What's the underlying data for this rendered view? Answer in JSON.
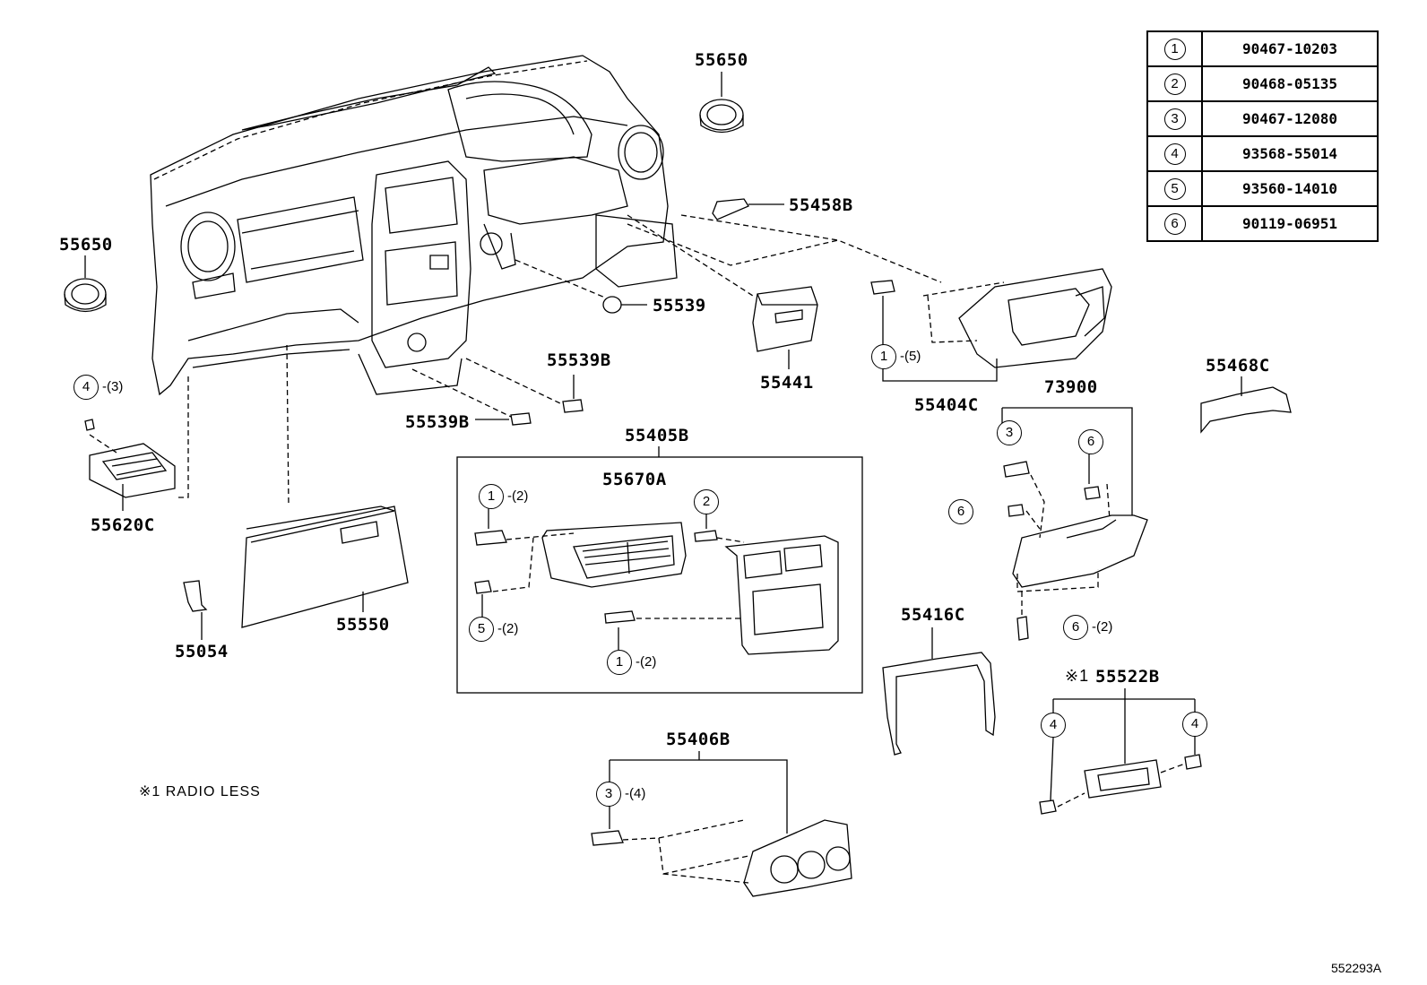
{
  "fastener_table": [
    {
      "ref": "1",
      "part": "90467-10203"
    },
    {
      "ref": "2",
      "part": "90468-05135"
    },
    {
      "ref": "3",
      "part": "90467-12080"
    },
    {
      "ref": "4",
      "part": "93568-55014"
    },
    {
      "ref": "5",
      "part": "93560-14010"
    },
    {
      "ref": "6",
      "part": "90119-06951"
    }
  ],
  "parts": {
    "p55650_top": "55650",
    "p55650_left": "55650",
    "p55458B": "55458B",
    "p55539": "55539",
    "p55539B_a": "55539B",
    "p55539B_b": "55539B",
    "p55441": "55441",
    "p55404C": "55404C",
    "p55468C": "55468C",
    "p73900": "73900",
    "p55405B": "55405B",
    "p55670A": "55670A",
    "p55620C": "55620C",
    "p55550": "55550",
    "p55054": "55054",
    "p55416C": "55416C",
    "p55522B": "55522B",
    "p55406B": "55406B"
  },
  "callouts": {
    "c1": {
      "n": "4",
      "q": "-(3)"
    },
    "c2": {
      "n": "1",
      "q": "-(5)"
    },
    "c3": {
      "n": "3",
      "q": ""
    },
    "c4": {
      "n": "6",
      "q": ""
    },
    "c5": {
      "n": "6",
      "q": ""
    },
    "c6": {
      "n": "6",
      "q": "-(2)"
    },
    "c7": {
      "n": "1",
      "q": "-(2)"
    },
    "c8": {
      "n": "2",
      "q": ""
    },
    "c9": {
      "n": "5",
      "q": "-(2)"
    },
    "c10": {
      "n": "1",
      "q": "-(2)"
    },
    "c11": {
      "n": "3",
      "q": "-(4)"
    },
    "c12": {
      "n": "4",
      "q": ""
    },
    "c13": {
      "n": "4",
      "q": ""
    }
  },
  "note_mark": "※1",
  "note_text": "※1  RADIO  LESS",
  "figure_id": "552293A"
}
